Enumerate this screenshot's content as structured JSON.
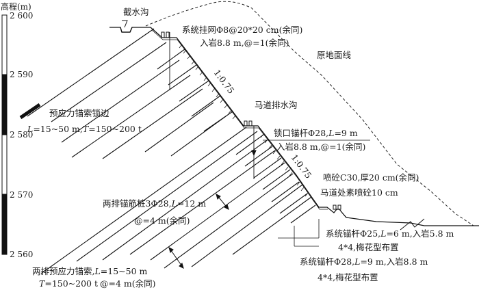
{
  "axis": {
    "title": "高程(m)",
    "ticks": [
      "2 600",
      "2 590",
      "2 580",
      "2 570",
      "2 560"
    ]
  },
  "labels": {
    "intercept_ditch": "截水沟",
    "original_ground": "原地面线",
    "slope_ratio_upper": "1:0.75",
    "slope_ratio_lower": "1:0.75",
    "berm_ditch": "马道排水沟",
    "net_line1": "系统挂网Φ8@20*20 cm(余同)",
    "net_line2": "入岩8.8 m,@=1(余同)",
    "anchor_edge": "预应力锚索锁边",
    "anchor_edge_L": "L",
    "anchor_edge_mid": "=15~50 m,",
    "anchor_edge_T": "T",
    "anchor_edge_tail": "=150~200 t",
    "lock_bolt_pre": "锁口锚杆Φ28,",
    "lock_bolt_L": "L",
    "lock_bolt_tail": "=9 m",
    "lock_bolt_line2": "入岩8.8 m,@=1(余同)",
    "shotcrete_line1": "喷砼C30,厚20 cm(余同)",
    "shotcrete_line2": "马道处素喷砼10 cm",
    "pile_pre": "两排锚筋桩3Φ28,",
    "pile_L": "L",
    "pile_tail": "=12 m",
    "pile_line2": "@=4 m(余同)",
    "bolt25_pre": "系统锚杆Φ25,",
    "bolt25_L": "L",
    "bolt25_tail": "=6 m,入岩5.8 m",
    "bolt25_line2": "4*4,梅花型布置",
    "bolt28_pre": "系统锚杆Φ28,",
    "bolt28_L": "L",
    "bolt28_tail": "=9 m,入岩8.8 m",
    "bolt28_line2": "4*4,梅花型布置",
    "cable_pre": "两排预应力锚索,",
    "cable_L": "L",
    "cable_tail": "=15~50 m",
    "cable_T": "T",
    "cable_line2_tail": "=150~200 t",
    "cable_spacing": "@=4 m(余同)"
  }
}
